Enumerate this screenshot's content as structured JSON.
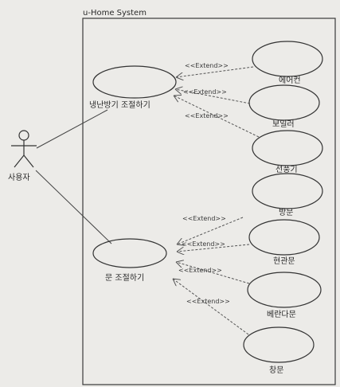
{
  "system": {
    "title": "u-Home System"
  },
  "actor": {
    "label": "사용자"
  },
  "use_cases": {
    "heating": "냉난방기 조절하기",
    "door": "문 조절하기",
    "aircon": "에어컨",
    "boiler": "보일러",
    "fan": "선풍기",
    "room_door": "방문",
    "front_door": "현관문",
    "veranda_door": "베란다문",
    "window": "창문"
  },
  "relations": {
    "extend_label": "<<Extend>>"
  }
}
